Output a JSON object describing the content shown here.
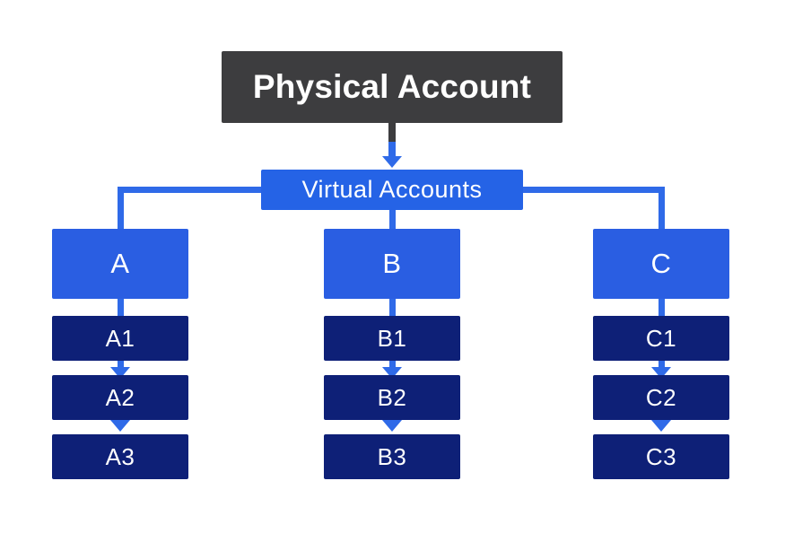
{
  "diagram": {
    "root": {
      "label": "Physical Account"
    },
    "hub": {
      "label": "Virtual Accounts"
    },
    "columns": [
      {
        "parent": "A",
        "children": [
          "A1",
          "A2",
          "A3"
        ]
      },
      {
        "parent": "B",
        "children": [
          "B1",
          "B2",
          "B3"
        ]
      },
      {
        "parent": "C",
        "children": [
          "C1",
          "C2",
          "C3"
        ]
      }
    ],
    "colors": {
      "background": "#ffffff",
      "root_bg": "#3d3d3f",
      "hub_bg": "#2563e6",
      "parent_bg": "#2a5ee2",
      "child_bg": "#0e2077",
      "connector": "#2f6ae8",
      "text": "#ffffff"
    }
  }
}
